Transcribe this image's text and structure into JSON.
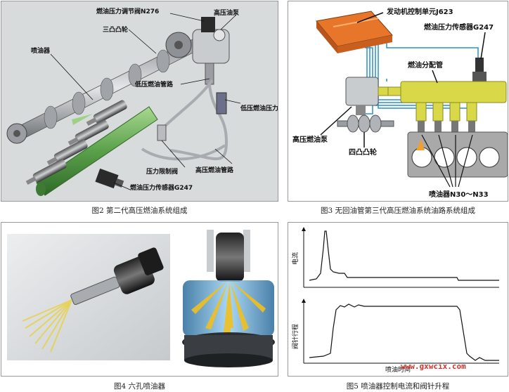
{
  "fig2": {
    "caption": "图2 第二代高压燃油系统组成",
    "labels": {
      "regulator": "燃油压力调节阀N276",
      "hp_pump": "高压油泵",
      "cam": "三凸凸轮",
      "injector": "喷油器",
      "lp_line": "低压燃油管路",
      "lp_sensor": "低压燃油压力传感器",
      "relief": "压力限制阀",
      "hp_line": "高压燃油管路",
      "sensor": "燃油压力传感器G247"
    }
  },
  "fig3": {
    "caption": "图3 无回油管第三代高压燃油系统油路系统组成",
    "labels": {
      "ecu": "发动机控制单元J623",
      "sensor": "燃油压力传感器G247",
      "rail": "燃油分配管",
      "hp_pump": "高压燃油泵",
      "cam": "四凸凸轮",
      "injectors": "喷油器N30～N33"
    }
  },
  "fig4": {
    "caption": "图4 六孔喷油器"
  },
  "fig5": {
    "caption": "图5 喷油器控制电流和阀针升程",
    "current_label": "电流",
    "lift_label": "阀针行程",
    "time_label": "喷油时间",
    "watermark": "www.gxwcix.com"
  },
  "colors": {
    "rail_green": "#5aa04a",
    "rail_yellow": "#d8d848",
    "ecu_orange": "#e8762a",
    "line_blue": "#2a8fd0",
    "spray_yellow": "#f0c020",
    "panel_bg": "#d6dadc"
  }
}
